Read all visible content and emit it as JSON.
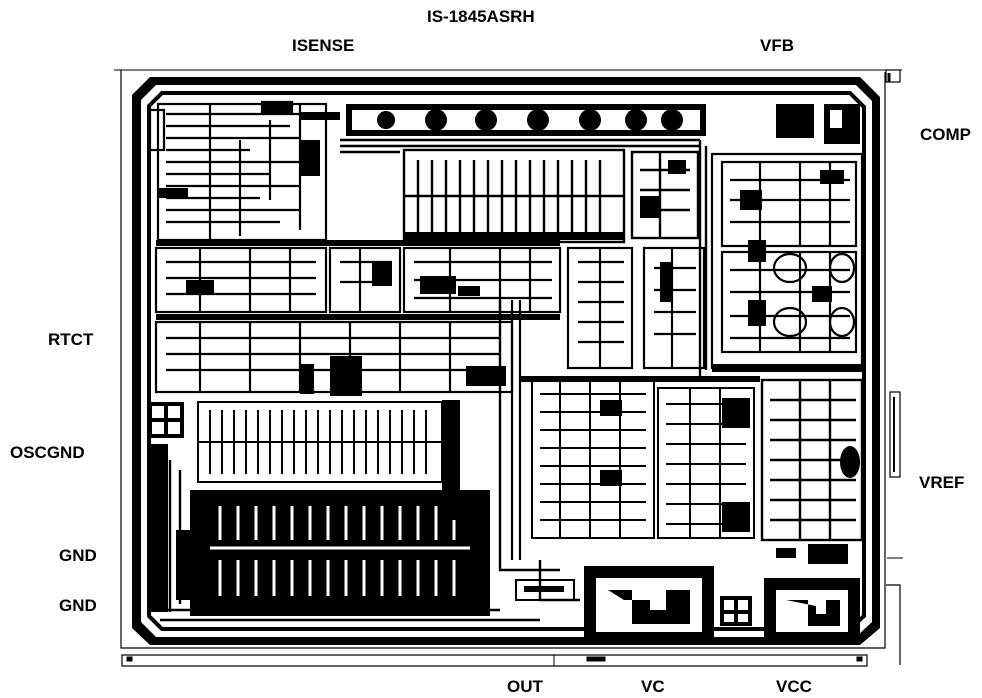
{
  "title": "IS-1845ASRH",
  "pins": {
    "isense": "ISENSE",
    "vfb": "VFB",
    "comp": "COMP",
    "rtct": "RTCT",
    "oscgnd": "OSCGND",
    "vref": "VREF",
    "gnd1": "GND",
    "gnd2": "GND",
    "out": "OUT",
    "vc": "VC",
    "vcc": "VCC"
  },
  "colors": {
    "metal": "#000000",
    "background": "#ffffff"
  }
}
